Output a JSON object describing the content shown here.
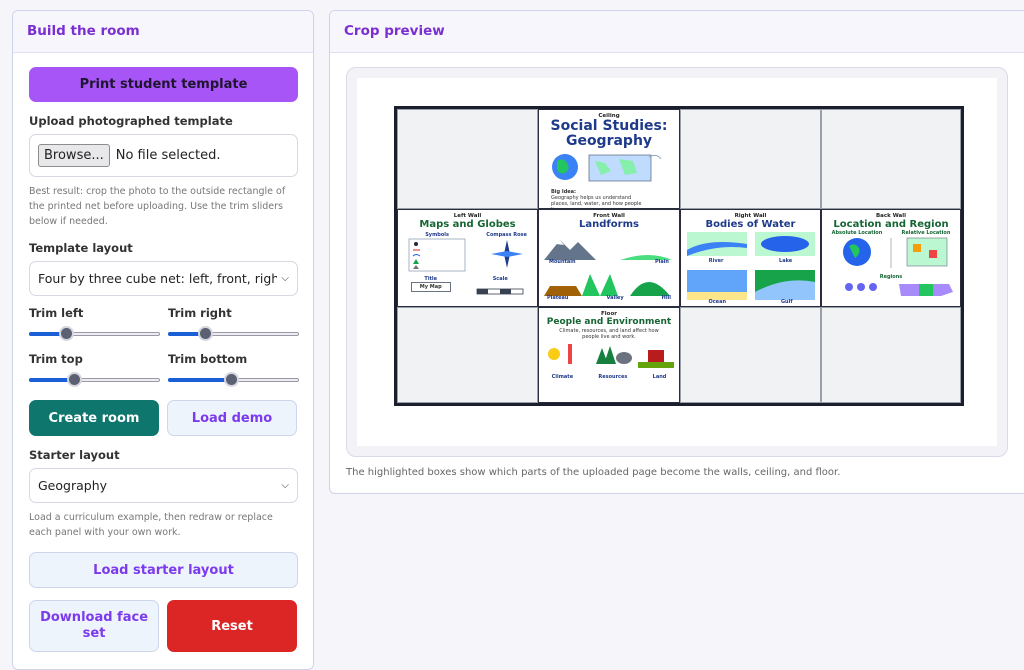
{
  "left_panel": {
    "title": "Build the room",
    "print_button": "Print student template",
    "upload_label": "Upload photographed template",
    "browse_button": "Browse...",
    "file_value": "No file selected.",
    "upload_hint": "Best result: crop the photo to the outside rectangle of the printed net before uploading. Use the trim sliders below if needed.",
    "template_layout_label": "Template layout",
    "template_layout_value": "Four by three cube net: left, front, right, back",
    "trims": [
      {
        "label": "Trim left",
        "value": 0.28
      },
      {
        "label": "Trim right",
        "value": 0.28
      },
      {
        "label": "Trim top",
        "value": 0.34
      },
      {
        "label": "Trim bottom",
        "value": 0.48
      }
    ],
    "create_button": "Create room",
    "load_demo_button": "Load demo",
    "starter_layout_label": "Starter layout",
    "starter_layout_value": "Geography",
    "starter_hint": "Load a curriculum example, then redraw or replace each panel with your own work.",
    "load_starter_button": "Load starter layout",
    "download_button": "Download face set",
    "reset_button": "Reset"
  },
  "right_panel": {
    "title": "Crop preview",
    "caption": "The highlighted boxes show which parts of the uploaded page become the walls, ceiling, and floor."
  },
  "net": {
    "ceiling": {
      "label": "Ceiling",
      "title": "Social Studies: Geography",
      "subtitle": "Big Idea:",
      "text": "Geography helps us understand places, land, water, and how people live."
    },
    "left": {
      "label": "Left Wall",
      "title": "Maps and Globes",
      "items": [
        "Symbols",
        "Compass Rose",
        "Title",
        "Scale",
        "My Map"
      ]
    },
    "front": {
      "label": "Front Wall",
      "title": "Landforms",
      "items": [
        "Mountain",
        "Plain",
        "Plateau",
        "Valley",
        "Hill"
      ]
    },
    "right": {
      "label": "Right Wall",
      "title": "Bodies of Water",
      "items": [
        "River",
        "Lake",
        "Ocean",
        "Gulf"
      ]
    },
    "back": {
      "label": "Back Wall",
      "title": "Location and Region",
      "items": [
        "Absolute Location",
        "Relative Location",
        "Regions"
      ]
    },
    "floor": {
      "label": "Floor",
      "title": "People and Environment",
      "text": "Climate, resources, and land affect how people live and work.",
      "items": [
        "Climate",
        "Resources",
        "Land"
      ]
    },
    "colors": {
      "title_blue": "#1e3a8a",
      "title_green": "#166534",
      "frame": "#1c1e2e"
    }
  }
}
